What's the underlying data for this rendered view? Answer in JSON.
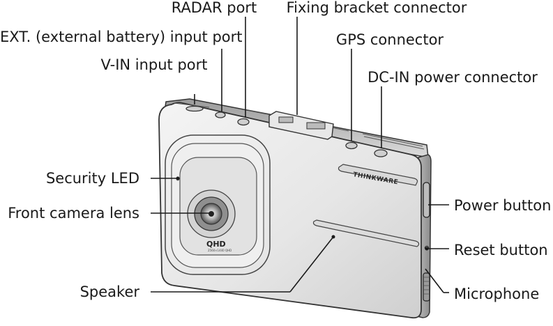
{
  "labels": {
    "radar_port": "RADAR port",
    "fixing_bracket_connector": "Fixing bracket connector",
    "ext_input_port": "EXT. (external battery) input port",
    "gps_connector": "GPS connector",
    "vin_input_port": "V-IN input port",
    "dcin_power_connector": "DC-IN power connector",
    "security_led": "Security LED",
    "front_camera_lens": "Front camera lens",
    "speaker": "Speaker",
    "power_button": "Power button",
    "reset_button": "Reset button",
    "microphone": "Microphone"
  },
  "device": {
    "brand": "THINKWARE",
    "resolution_badge": "QHD",
    "resolution_subtext": "2560×1440 QHD"
  }
}
